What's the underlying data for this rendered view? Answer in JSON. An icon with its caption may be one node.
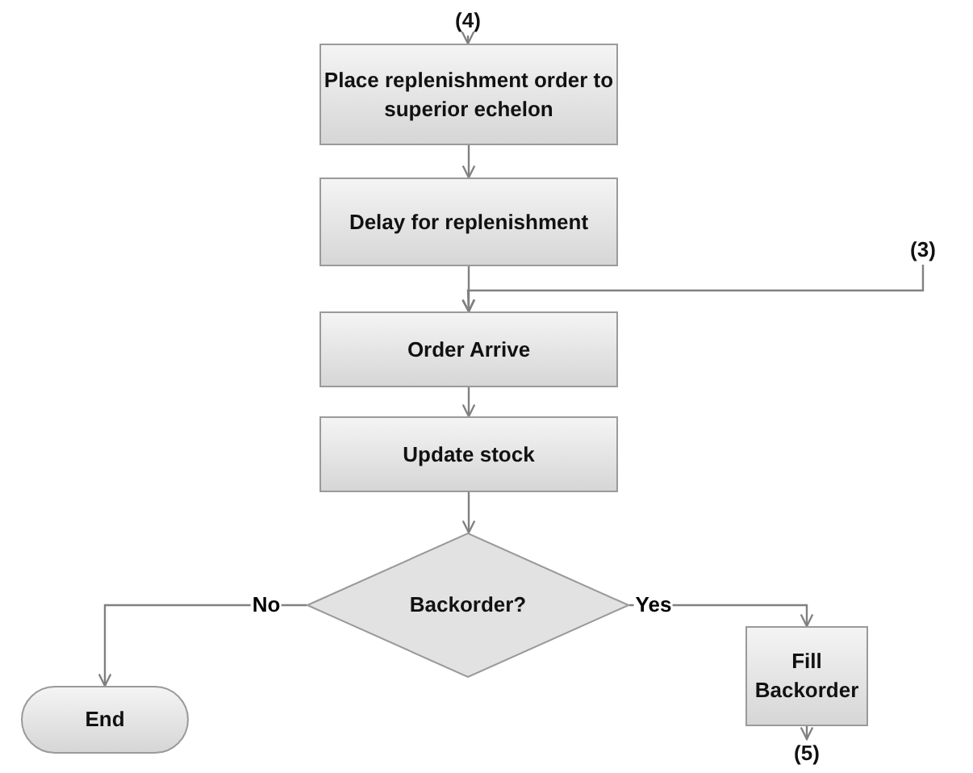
{
  "diagram": {
    "nodes": [
      {
        "text": [
          "(4)"
        ]
      },
      {
        "text": [
          "Place replenishment order to superior echelon"
        ]
      },
      {
        "text": [
          "Delay for replenishment"
        ]
      },
      {
        "text": [
          "(3)"
        ]
      },
      {
        "text": [
          "Order Arrive"
        ]
      },
      {
        "text": [
          "Update stock"
        ]
      },
      {
        "text": [
          "Backorder?"
        ]
      },
      {
        "text": [
          "End"
        ]
      },
      {
        "text": [
          "Fill Backorder"
        ]
      },
      {
        "text": [
          "(5)"
        ]
      }
    ],
    "edges": [
      {
        "from": 0,
        "to": 1,
        "arrow": "to"
      },
      {
        "from": 1,
        "to": 2,
        "arrow": "to"
      },
      {
        "from": 2,
        "to": 4,
        "arrow": "to"
      },
      {
        "from": 3,
        "to": 4,
        "arrow": "to"
      },
      {
        "from": 4,
        "to": 5,
        "arrow": "to"
      },
      {
        "from": 5,
        "to": 6,
        "arrow": "to"
      },
      {
        "from": 6,
        "to": 7,
        "arrow": "to",
        "label": "No"
      },
      {
        "from": 6,
        "to": 8,
        "arrow": "to",
        "label": "Yes"
      },
      {
        "from": 8,
        "to": 9,
        "arrow": "to"
      }
    ]
  }
}
